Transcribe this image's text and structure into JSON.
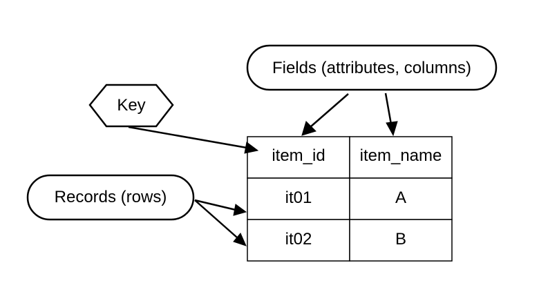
{
  "nodes": {
    "fields": "Fields (attributes, columns)",
    "key": "Key",
    "records": "Records (rows)"
  },
  "table": {
    "headers": [
      "item_id",
      "item_name"
    ],
    "rows": [
      [
        "it01",
        "A"
      ],
      [
        "it02",
        "B"
      ]
    ]
  },
  "edges": [
    {
      "from": "fields",
      "to": "item_id header"
    },
    {
      "from": "fields",
      "to": "item_name header"
    },
    {
      "from": "key",
      "to": "item_id header"
    },
    {
      "from": "records",
      "to": "row it01"
    },
    {
      "from": "records",
      "to": "row it02"
    }
  ]
}
